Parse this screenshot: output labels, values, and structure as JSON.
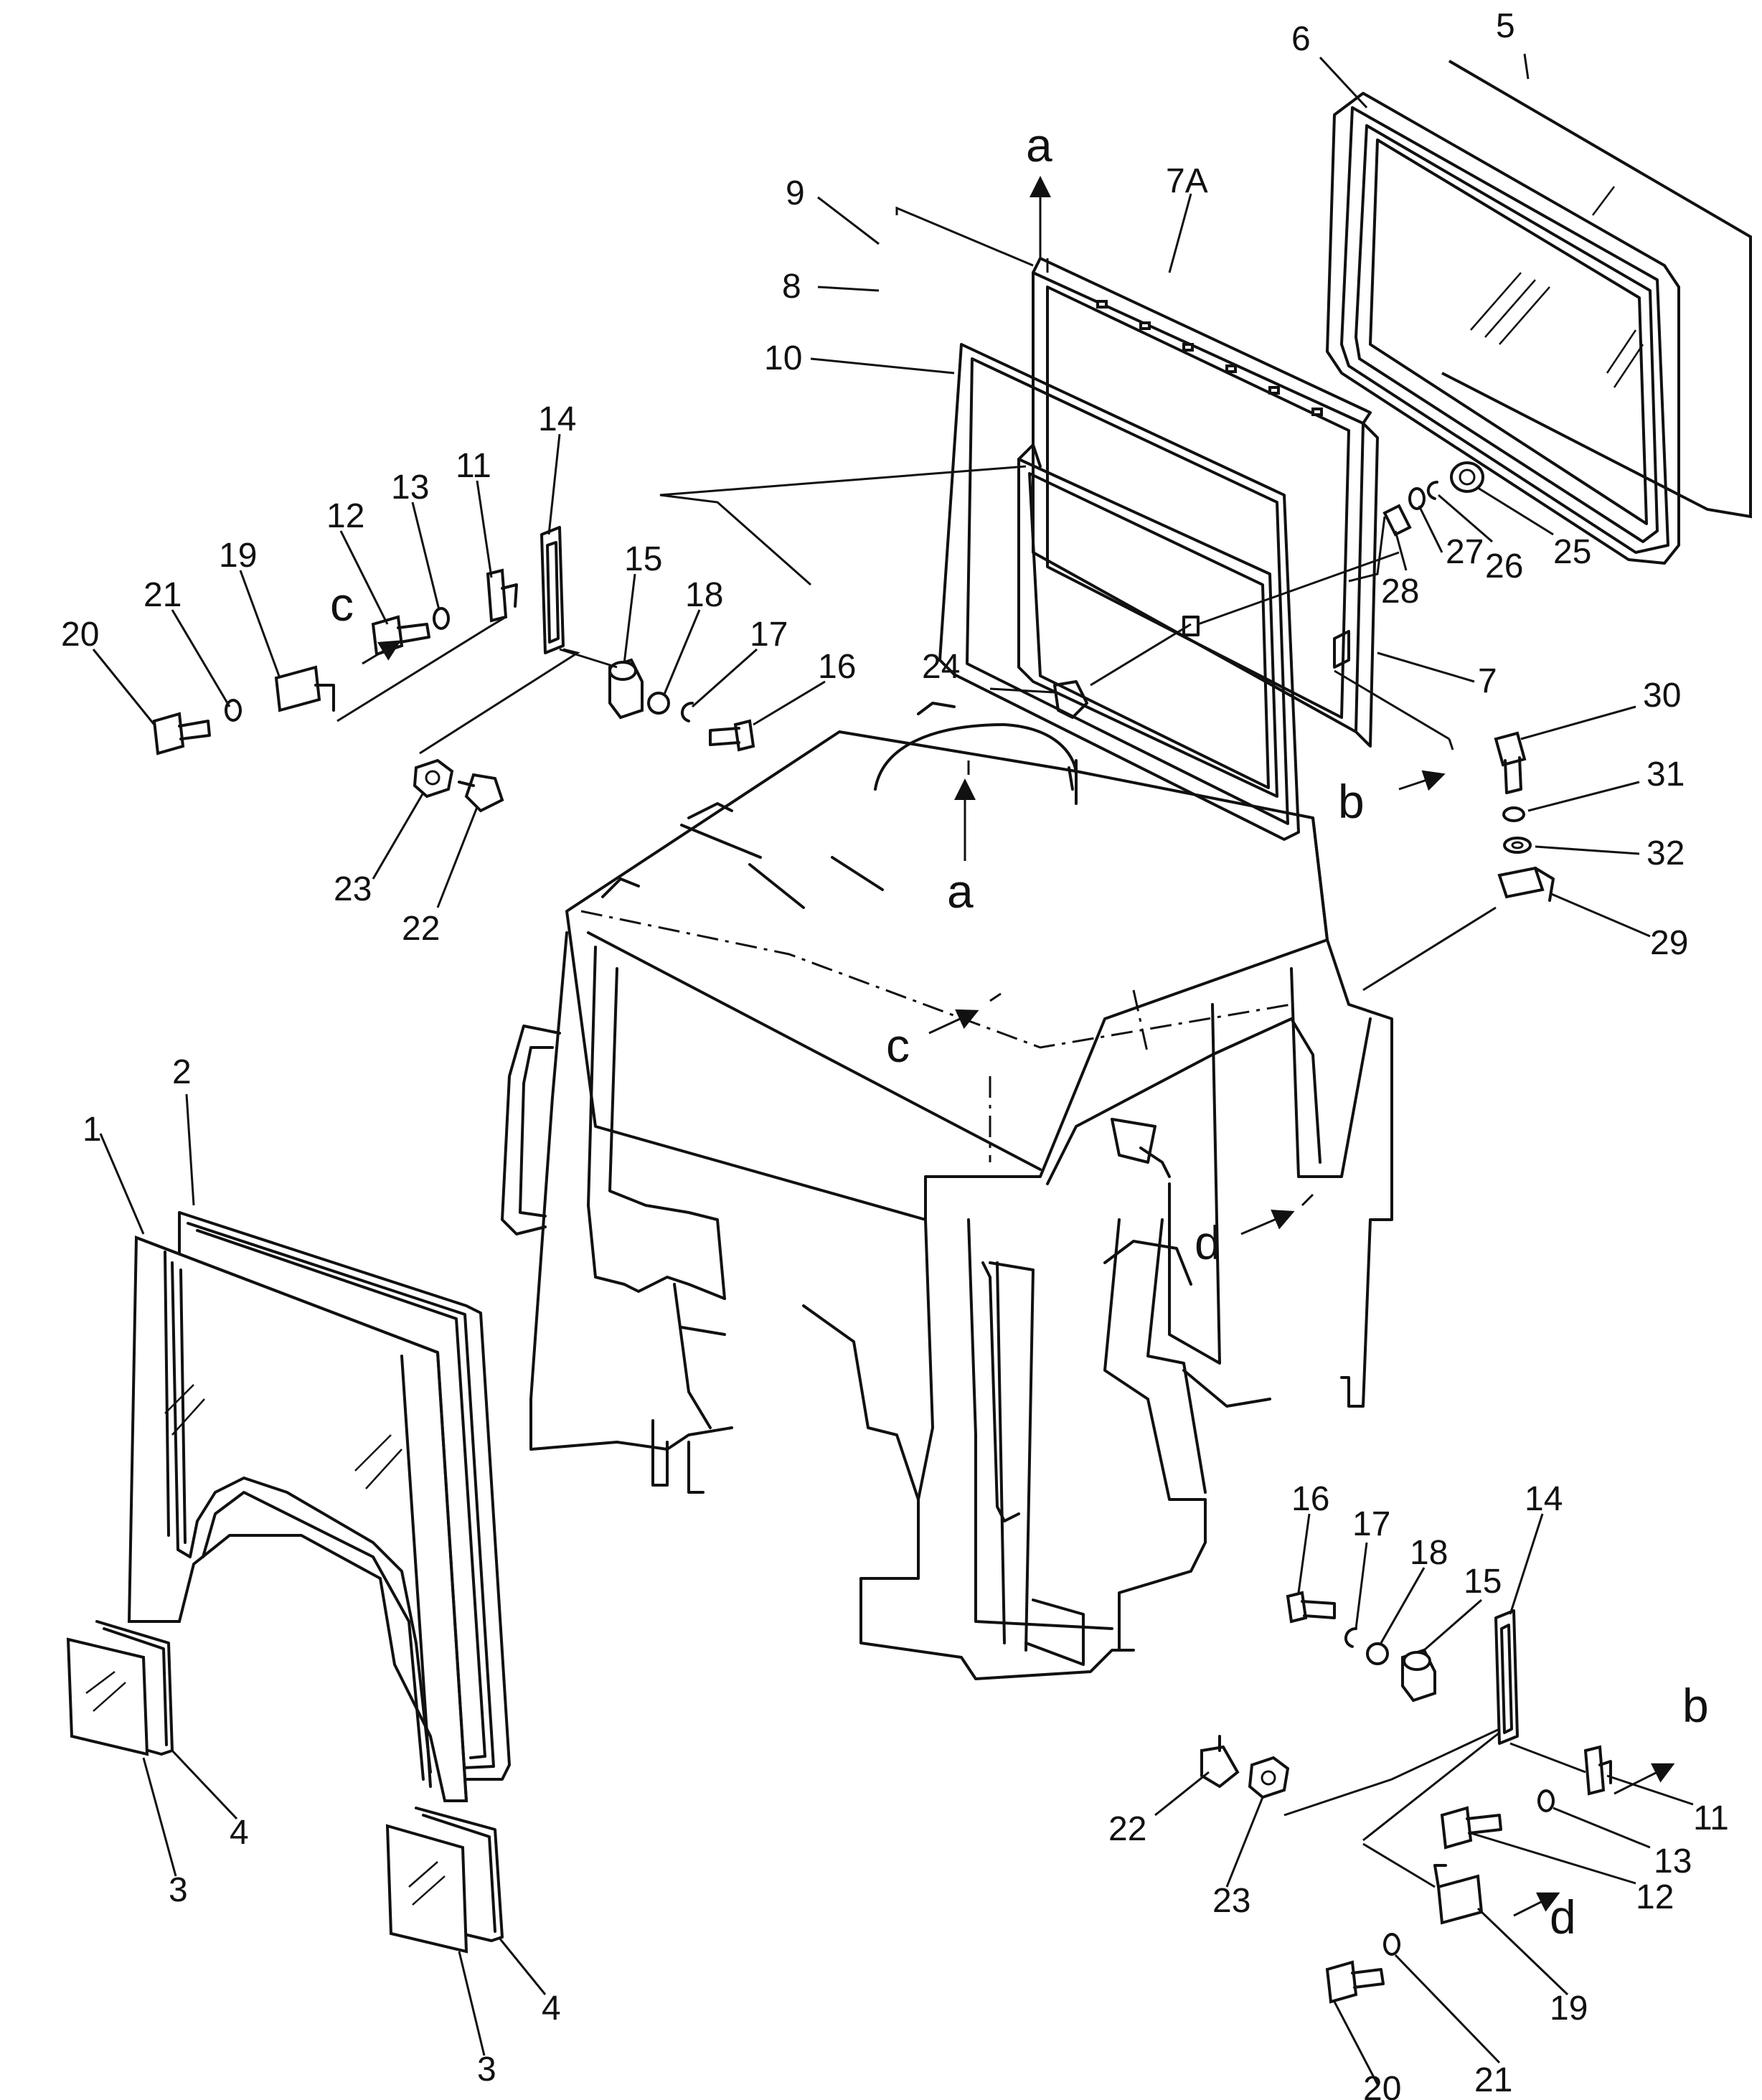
{
  "diagram": {
    "callouts": [
      {
        "id": "c5",
        "text": "5"
      },
      {
        "id": "c6",
        "text": "6"
      },
      {
        "id": "c7a",
        "text": "7A"
      },
      {
        "id": "c9",
        "text": "9"
      },
      {
        "id": "c8",
        "text": "8"
      },
      {
        "id": "c10",
        "text": "10"
      },
      {
        "id": "c14a",
        "text": "14"
      },
      {
        "id": "c11a",
        "text": "11"
      },
      {
        "id": "c13a",
        "text": "13"
      },
      {
        "id": "c12a",
        "text": "12"
      },
      {
        "id": "c19a",
        "text": "19"
      },
      {
        "id": "c21a",
        "text": "21"
      },
      {
        "id": "c20a",
        "text": "20"
      },
      {
        "id": "c15a",
        "text": "15"
      },
      {
        "id": "c18a",
        "text": "18"
      },
      {
        "id": "c17a",
        "text": "17"
      },
      {
        "id": "c16a",
        "text": "16"
      },
      {
        "id": "c24",
        "text": "24"
      },
      {
        "id": "c23a",
        "text": "23"
      },
      {
        "id": "c22a",
        "text": "22"
      },
      {
        "id": "c25",
        "text": "25"
      },
      {
        "id": "c26",
        "text": "26"
      },
      {
        "id": "c27",
        "text": "27"
      },
      {
        "id": "c28",
        "text": "28"
      },
      {
        "id": "c7",
        "text": "7"
      },
      {
        "id": "c30",
        "text": "30"
      },
      {
        "id": "c31",
        "text": "31"
      },
      {
        "id": "c32",
        "text": "32"
      },
      {
        "id": "c29",
        "text": "29"
      },
      {
        "id": "c2",
        "text": "2"
      },
      {
        "id": "c1",
        "text": "1"
      },
      {
        "id": "c3a",
        "text": "3"
      },
      {
        "id": "c4a",
        "text": "4"
      },
      {
        "id": "c3b",
        "text": "3"
      },
      {
        "id": "c4b",
        "text": "4"
      },
      {
        "id": "c16b",
        "text": "16"
      },
      {
        "id": "c17b",
        "text": "17"
      },
      {
        "id": "c18b",
        "text": "18"
      },
      {
        "id": "c15b",
        "text": "15"
      },
      {
        "id": "c14b",
        "text": "14"
      },
      {
        "id": "c11b",
        "text": "11"
      },
      {
        "id": "c13b",
        "text": "13"
      },
      {
        "id": "c12b",
        "text": "12"
      },
      {
        "id": "c22b",
        "text": "22"
      },
      {
        "id": "c23b",
        "text": "23"
      },
      {
        "id": "c19b",
        "text": "19"
      },
      {
        "id": "c21b",
        "text": "21"
      },
      {
        "id": "c20b",
        "text": "20"
      }
    ],
    "view_markers": [
      {
        "id": "ma1",
        "text": "a"
      },
      {
        "id": "ma2",
        "text": "a"
      },
      {
        "id": "mb1",
        "text": "b"
      },
      {
        "id": "mb2",
        "text": "b"
      },
      {
        "id": "mc1",
        "text": "c"
      },
      {
        "id": "mc2",
        "text": "c"
      },
      {
        "id": "md1",
        "text": "d"
      },
      {
        "id": "md2",
        "text": "d"
      }
    ]
  }
}
